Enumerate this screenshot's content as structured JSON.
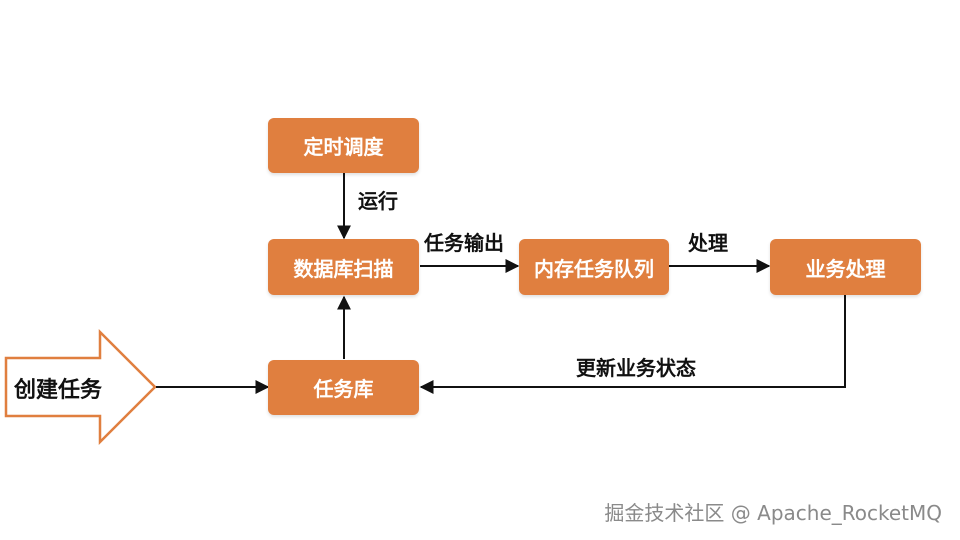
{
  "nodes": {
    "schedule": "定时调度",
    "scan": "数据库扫描",
    "queue": "内存任务队列",
    "business": "业务处理",
    "taskdb": "任务库"
  },
  "entry": {
    "label": "创建任务"
  },
  "edges": {
    "run": "运行",
    "output": "任务输出",
    "process": "处理",
    "update": "更新业务状态"
  },
  "watermark": "掘金技术社区 @ Apache_RocketMQ",
  "colors": {
    "node_fill": "#e07f3f",
    "entry_arrow_stroke": "#e07f3f",
    "edge_stroke": "#111111"
  }
}
